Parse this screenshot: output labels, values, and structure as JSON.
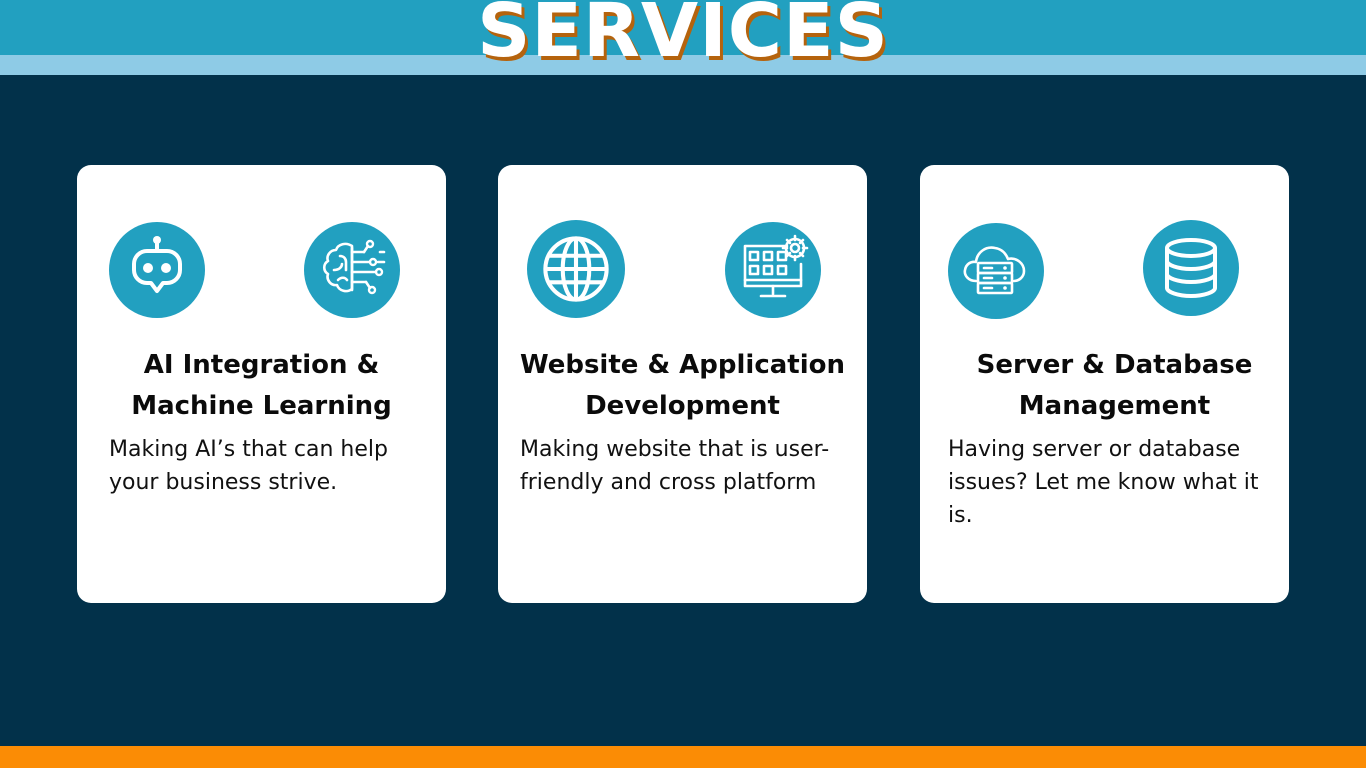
{
  "header": {
    "title": "SERVICES"
  },
  "colors": {
    "background": "#02314a",
    "header_band": "#22a0c0",
    "header_band_light": "#8ecbe6",
    "title_shadow": "#b5630d",
    "footer_band": "#fb8c05",
    "card": "#ffffff",
    "icon_circle": "#22a0c0"
  },
  "cards": [
    {
      "title_line1": "AI Integration &",
      "title_line2": "Machine Learning",
      "description": "Making AI’s that can help your business strive.",
      "icons": [
        "robot-icon",
        "brain-circuit-icon"
      ]
    },
    {
      "title_line1": "Website & Application",
      "title_line2": "Development",
      "description": "Making website that is user-friendly and cross platform",
      "icons": [
        "globe-icon",
        "monitor-gear-icon"
      ]
    },
    {
      "title_line1": "Server & Database",
      "title_line2": "Management",
      "description": "Having server or database issues? Let me know what it is.",
      "icons": [
        "cloud-server-icon",
        "database-icon"
      ]
    }
  ]
}
